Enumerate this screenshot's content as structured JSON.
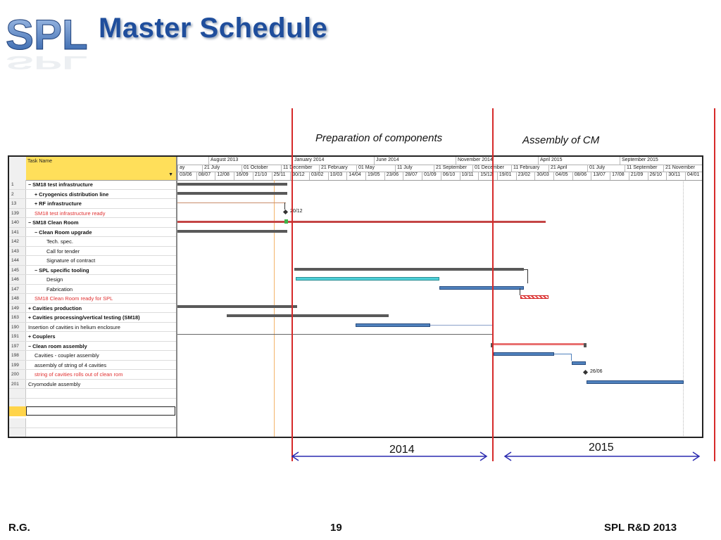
{
  "slide": {
    "logo_text": "SPL",
    "title": "Master Schedule",
    "phase_left": "Preparation of components",
    "phase_right": "Assembly of CM",
    "year_left": "2014",
    "year_right": "2015",
    "footer_left": "R.G.",
    "footer_page": "19",
    "footer_right": "SPL R&D 2013"
  },
  "gantt": {
    "header_task_name": "Task Name",
    "timescale_top": [
      "August 2013",
      "January 2014",
      "June 2014",
      "November 2014",
      "April 2015",
      "September 2015"
    ],
    "timescale_mid": [
      "ay",
      "21 July",
      "01 October",
      "11 December",
      "21 February",
      "01 May",
      "11 July",
      "21 September",
      "01 December",
      "11 February",
      "21 April",
      "01 July",
      "11 September",
      "21 November"
    ],
    "timescale_low": [
      "03/06",
      "08/07",
      "12/08",
      "16/09",
      "21/10",
      "25/11",
      "30/12",
      "03/02",
      "10/03",
      "14/04",
      "19/05",
      "23/06",
      "28/07",
      "01/09",
      "06/10",
      "10/11",
      "15/12",
      "19/01",
      "23/02",
      "30/03",
      "04/05",
      "08/06",
      "13/07",
      "17/08",
      "21/09",
      "26/10",
      "30/11",
      "04/01"
    ],
    "rows": [
      {
        "id": "1",
        "name": "SM18 test infrastructure",
        "toggle": "−",
        "indent": 0,
        "style": "bold"
      },
      {
        "id": "2",
        "name": "Cryogenics distribution line",
        "toggle": "+",
        "indent": 1,
        "style": "bold"
      },
      {
        "id": "13",
        "name": "RF infrastructure",
        "toggle": "+",
        "indent": 1,
        "style": "bold"
      },
      {
        "id": "139",
        "name": "SM18 test infrastructure ready",
        "toggle": "",
        "indent": 1,
        "style": "red"
      },
      {
        "id": "140",
        "name": "SM18 Clean Room",
        "toggle": "−",
        "indent": 0,
        "style": "bold"
      },
      {
        "id": "141",
        "name": "Clean Room upgrade",
        "toggle": "−",
        "indent": 1,
        "style": "bold"
      },
      {
        "id": "142",
        "name": "Tech. spec.",
        "toggle": "",
        "indent": 2,
        "style": "normal"
      },
      {
        "id": "143",
        "name": "Call for tender",
        "toggle": "",
        "indent": 2,
        "style": "normal"
      },
      {
        "id": "144",
        "name": "Signature of contract",
        "toggle": "",
        "indent": 2,
        "style": "normal"
      },
      {
        "id": "145",
        "name": "SPL specific tooling",
        "toggle": "−",
        "indent": 1,
        "style": "bold"
      },
      {
        "id": "146",
        "name": "Design",
        "toggle": "",
        "indent": 2,
        "style": "normal"
      },
      {
        "id": "147",
        "name": "Fabrication",
        "toggle": "",
        "indent": 2,
        "style": "normal"
      },
      {
        "id": "148",
        "name": "SM18 Clean Room ready for SPL",
        "toggle": "",
        "indent": 1,
        "style": "red"
      },
      {
        "id": "149",
        "name": "Cavities production",
        "toggle": "+",
        "indent": 0,
        "style": "bold"
      },
      {
        "id": "163",
        "name": "Cavities processing/vertical testing (SM18)",
        "toggle": "+",
        "indent": 0,
        "style": "bold"
      },
      {
        "id": "190",
        "name": "Insertion of cavities in helium enclosure",
        "toggle": "",
        "indent": 0,
        "style": "normal"
      },
      {
        "id": "191",
        "name": "Couplers",
        "toggle": "+",
        "indent": 0,
        "style": "bold"
      },
      {
        "id": "197",
        "name": "Clean room assembly",
        "toggle": "−",
        "indent": 0,
        "style": "bold"
      },
      {
        "id": "198",
        "name": "Cavities - coupler assembly",
        "toggle": "",
        "indent": 1,
        "style": "normal"
      },
      {
        "id": "199",
        "name": "assembly of string of 4 cavities",
        "toggle": "",
        "indent": 1,
        "style": "normal"
      },
      {
        "id": "200",
        "name": "string of cavities rolls out of clean rom",
        "toggle": "",
        "indent": 1,
        "style": "red"
      },
      {
        "id": "201",
        "name": "Cryomodule assembly",
        "toggle": "",
        "indent": 0,
        "style": "normal"
      }
    ],
    "milestone_1": "20/12",
    "milestone_2": "26/06"
  }
}
